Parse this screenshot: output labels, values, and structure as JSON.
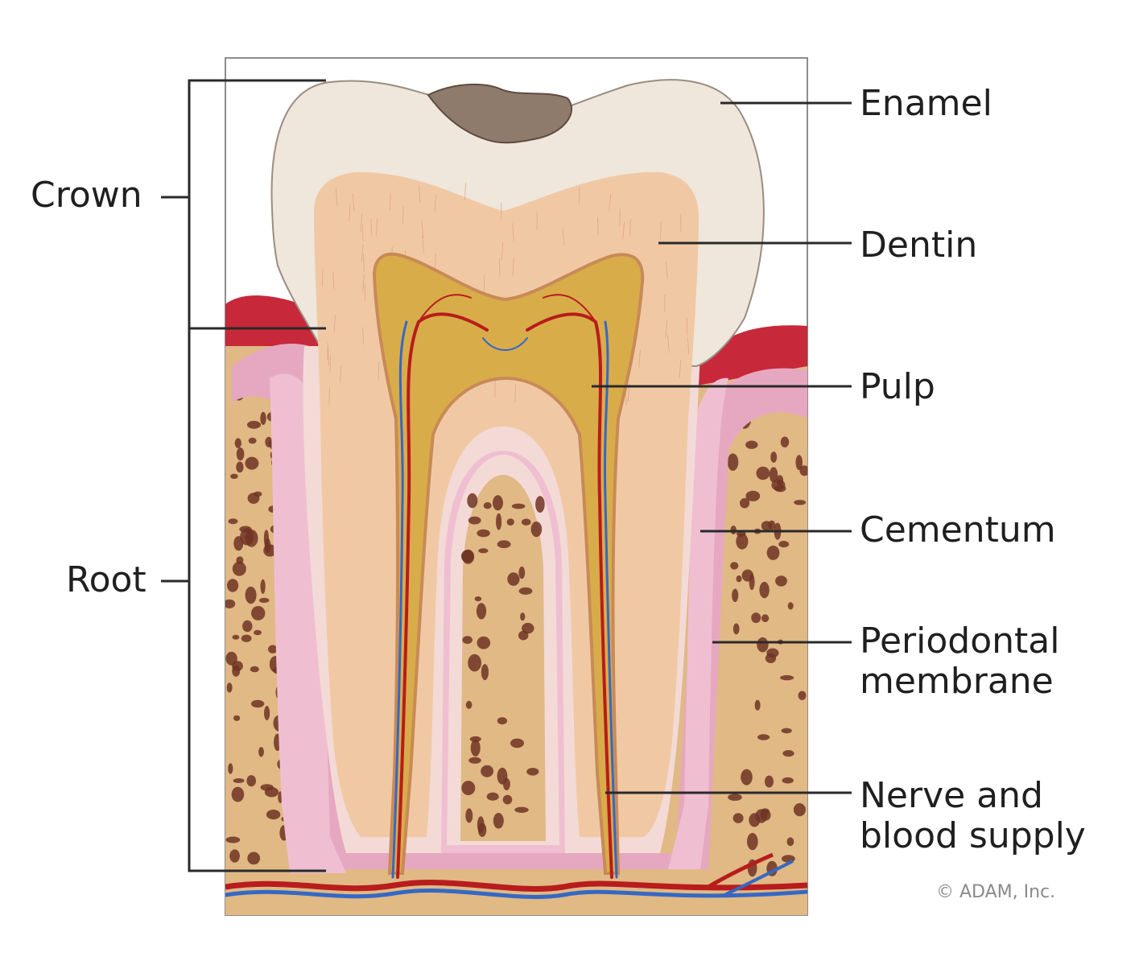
{
  "labels": {
    "crown": "Crown",
    "root": "Root",
    "enamel": "Enamel",
    "dentin": "Dentin",
    "pulp": "Pulp",
    "cementum": "Cementum",
    "periodontal_line1": "Periodontal",
    "periodontal_line2": "membrane",
    "nerve_line1": "Nerve and",
    "nerve_line2": "blood supply"
  },
  "copyright": "© ADAM, Inc.",
  "colors": {
    "enamel": "#efe6dc",
    "dentin": "#f0c9a4",
    "pulp": "#d9ac4a",
    "cementum": "#f3dad6",
    "periodontal": "#e6a8c0",
    "bone": "#e0b985",
    "bone_pores": "#6e3423",
    "gum": "#c7283a",
    "artery": "#b81c1c",
    "vein": "#3568c4",
    "leader": "#2a2a2a"
  }
}
